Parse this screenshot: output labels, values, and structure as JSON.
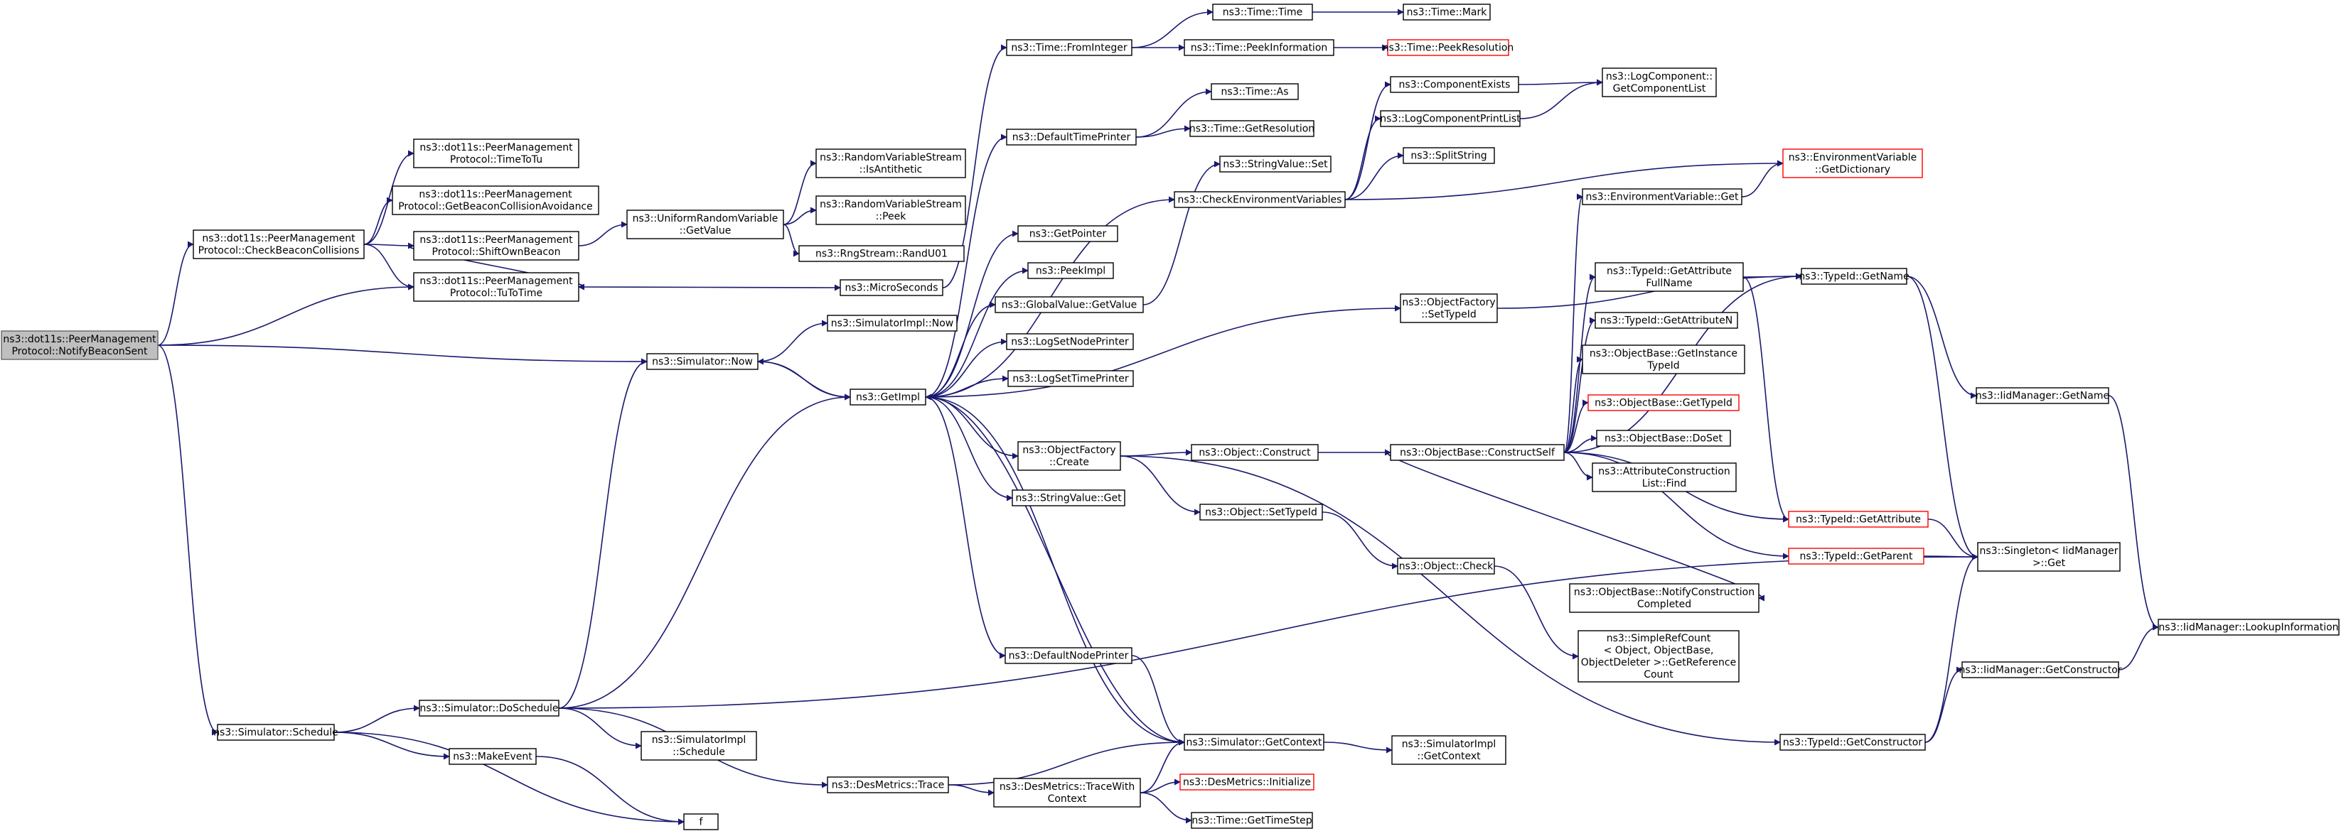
{
  "diagram": {
    "edge_color": "#191970",
    "root_fill": "#bfbfbf",
    "truncated_border": "#ff0000",
    "nodes": [
      {
        "id": "notify",
        "lines": [
          "ns3::dot11s::PeerManagement",
          "Protocol::NotifyBeaconSent"
        ],
        "root": true
      },
      {
        "id": "checkbeacon",
        "lines": [
          "ns3::dot11s::PeerManagement",
          "Protocol::CheckBeaconCollisions"
        ]
      },
      {
        "id": "timetotu",
        "lines": [
          "ns3::dot11s::PeerManagement",
          "Protocol::TimeToTu"
        ]
      },
      {
        "id": "getbeaconcoll",
        "lines": [
          "ns3::dot11s::PeerManagement",
          "Protocol::GetBeaconCollisionAvoidance"
        ]
      },
      {
        "id": "shiftbeacon",
        "lines": [
          "ns3::dot11s::PeerManagement",
          "Protocol::ShiftOwnBeacon"
        ]
      },
      {
        "id": "tutotime",
        "lines": [
          "ns3::dot11s::PeerManagement",
          "Protocol::TuToTime"
        ]
      },
      {
        "id": "uniformget",
        "lines": [
          "ns3::UniformRandomVariable",
          "::GetValue"
        ]
      },
      {
        "id": "isanti",
        "lines": [
          "ns3::RandomVariableStream",
          "::IsAntithetic"
        ]
      },
      {
        "id": "rvspeek",
        "lines": [
          "ns3::RandomVariableStream",
          "::Peek"
        ]
      },
      {
        "id": "randu01",
        "lines": [
          "ns3::RngStream::RandU01"
        ]
      },
      {
        "id": "microsec",
        "lines": [
          "ns3::MicroSeconds"
        ]
      },
      {
        "id": "simnow",
        "lines": [
          "ns3::Simulator::Now"
        ]
      },
      {
        "id": "simimplnow",
        "lines": [
          "ns3::SimulatorImpl::Now"
        ]
      },
      {
        "id": "getimpl",
        "lines": [
          "ns3::GetImpl"
        ]
      },
      {
        "id": "frominteger",
        "lines": [
          "ns3::Time::FromInteger"
        ]
      },
      {
        "id": "timetime",
        "lines": [
          "ns3::Time::Time"
        ]
      },
      {
        "id": "timemark",
        "lines": [
          "ns3::Time::Mark"
        ]
      },
      {
        "id": "peekinfo",
        "lines": [
          "ns3::Time::PeekInformation"
        ]
      },
      {
        "id": "peekres",
        "lines": [
          "ns3::Time::PeekResolution"
        ],
        "red": true
      },
      {
        "id": "deftimeprinter",
        "lines": [
          "ns3::DefaultTimePrinter"
        ]
      },
      {
        "id": "timeas",
        "lines": [
          "ns3::Time::As"
        ]
      },
      {
        "id": "getresolution",
        "lines": [
          "ns3::Time::GetResolution"
        ]
      },
      {
        "id": "getpointer",
        "lines": [
          "ns3::GetPointer"
        ]
      },
      {
        "id": "peekimpl",
        "lines": [
          "ns3::PeekImpl"
        ]
      },
      {
        "id": "globalget",
        "lines": [
          "ns3::GlobalValue::GetValue"
        ]
      },
      {
        "id": "stringset",
        "lines": [
          "ns3::StringValue::Set"
        ]
      },
      {
        "id": "checkenv",
        "lines": [
          "ns3::CheckEnvironmentVariables"
        ]
      },
      {
        "id": "compexists",
        "lines": [
          "ns3::ComponentExists"
        ]
      },
      {
        "id": "logcomplist",
        "lines": [
          "ns3::LogComponentPrintList"
        ]
      },
      {
        "id": "getcomplist",
        "lines": [
          "ns3::LogComponent::",
          "GetComponentList"
        ]
      },
      {
        "id": "splitstring",
        "lines": [
          "ns3::SplitString"
        ]
      },
      {
        "id": "envgetdict",
        "lines": [
          "ns3::EnvironmentVariable",
          "::GetDictionary"
        ],
        "red": true
      },
      {
        "id": "envget",
        "lines": [
          "ns3::EnvironmentVariable::Get"
        ]
      },
      {
        "id": "lognodeprinter",
        "lines": [
          "ns3::LogSetNodePrinter"
        ]
      },
      {
        "id": "logtimeprinter",
        "lines": [
          "ns3::LogSetTimePrinter"
        ]
      },
      {
        "id": "ofsettypeid",
        "lines": [
          "ns3::ObjectFactory",
          "::SetTypeId"
        ]
      },
      {
        "id": "ofcreate",
        "lines": [
          "ns3::ObjectFactory",
          "::Create"
        ]
      },
      {
        "id": "objconstruct",
        "lines": [
          "ns3::Object::Construct"
        ]
      },
      {
        "id": "stringget",
        "lines": [
          "ns3::StringValue::Get"
        ]
      },
      {
        "id": "objsettypeid",
        "lines": [
          "ns3::Object::SetTypeId"
        ]
      },
      {
        "id": "objcheck",
        "lines": [
          "ns3::Object::Check"
        ]
      },
      {
        "id": "constructself",
        "lines": [
          "ns3::ObjectBase::ConstructSelf"
        ]
      },
      {
        "id": "typeidattrfull",
        "lines": [
          "ns3::TypeId::GetAttribute",
          "FullName"
        ]
      },
      {
        "id": "typeidgetname",
        "lines": [
          "ns3::TypeId::GetName"
        ]
      },
      {
        "id": "typeidattrn",
        "lines": [
          "ns3::TypeId::GetAttributeN"
        ]
      },
      {
        "id": "getinstancetid",
        "lines": [
          "ns3::ObjectBase::GetInstance",
          "TypeId"
        ]
      },
      {
        "id": "obgettypeid",
        "lines": [
          "ns3::ObjectBase::GetTypeId"
        ],
        "red": true
      },
      {
        "id": "obdoset",
        "lines": [
          "ns3::ObjectBase::DoSet"
        ]
      },
      {
        "id": "attrlistfind",
        "lines": [
          "ns3::AttributeConstruction",
          "List::Find"
        ]
      },
      {
        "id": "typeidgetattr",
        "lines": [
          "ns3::TypeId::GetAttribute"
        ],
        "red": true
      },
      {
        "id": "typeidgetparent",
        "lines": [
          "ns3::TypeId::GetParent"
        ],
        "red": true
      },
      {
        "id": "notifyconstr",
        "lines": [
          "ns3::ObjectBase::NotifyConstruction",
          "Completed"
        ]
      },
      {
        "id": "simplerefcount",
        "lines": [
          "ns3::SimpleRefCount",
          "< Object, ObjectBase,",
          "ObjectDeleter >::GetReference",
          "Count"
        ]
      },
      {
        "id": "iidgetname",
        "lines": [
          "ns3::IidManager::GetName"
        ]
      },
      {
        "id": "singletonget",
        "lines": [
          "ns3::Singleton< IidManager",
          ">::Get"
        ]
      },
      {
        "id": "iidlookup",
        "lines": [
          "ns3::IidManager::LookupInformation"
        ]
      },
      {
        "id": "iidgetctor",
        "lines": [
          "ns3::IidManager::GetConstructor"
        ]
      },
      {
        "id": "typeidgetctor",
        "lines": [
          "ns3::TypeId::GetConstructor"
        ]
      },
      {
        "id": "defnodeprinter",
        "lines": [
          "ns3::DefaultNodePrinter"
        ]
      },
      {
        "id": "simschedule",
        "lines": [
          "ns3::Simulator::Schedule"
        ]
      },
      {
        "id": "simdoschedule",
        "lines": [
          "ns3::Simulator::DoSchedule"
        ]
      },
      {
        "id": "simimplschedule",
        "lines": [
          "ns3::SimulatorImpl",
          "::Schedule"
        ]
      },
      {
        "id": "makeevent",
        "lines": [
          "ns3::MakeEvent"
        ]
      },
      {
        "id": "f",
        "lines": [
          "f"
        ]
      },
      {
        "id": "desmetricstrace",
        "lines": [
          "ns3::DesMetrics::Trace"
        ]
      },
      {
        "id": "tracewithctx",
        "lines": [
          "ns3::DesMetrics::TraceWith",
          "Context"
        ]
      },
      {
        "id": "desinit",
        "lines": [
          "ns3::DesMetrics::Initialize"
        ],
        "red": true
      },
      {
        "id": "gettimestep",
        "lines": [
          "ns3::Time::GetTimeStep"
        ]
      },
      {
        "id": "simgetcontext",
        "lines": [
          "ns3::Simulator::GetContext"
        ]
      },
      {
        "id": "implgetcontext",
        "lines": [
          "ns3::SimulatorImpl",
          "::GetContext"
        ]
      }
    ],
    "edges": [
      [
        "notify",
        "checkbeacon"
      ],
      [
        "notify",
        "tutotime"
      ],
      [
        "notify",
        "simnow"
      ],
      [
        "notify",
        "simschedule"
      ],
      [
        "checkbeacon",
        "timetotu"
      ],
      [
        "checkbeacon",
        "getbeaconcoll"
      ],
      [
        "checkbeacon",
        "shiftbeacon"
      ],
      [
        "checkbeacon",
        "tutotime"
      ],
      [
        "shiftbeacon",
        "uniformget"
      ],
      [
        "shiftbeacon",
        "tutotime"
      ],
      [
        "uniformget",
        "isanti"
      ],
      [
        "uniformget",
        "rvspeek"
      ],
      [
        "uniformget",
        "randu01"
      ],
      [
        "tutotime",
        "microsec"
      ],
      [
        "microsec",
        "frominteger"
      ],
      [
        "frominteger",
        "timetime"
      ],
      [
        "frominteger",
        "peekinfo"
      ],
      [
        "timetime",
        "timemark"
      ],
      [
        "peekinfo",
        "peekres"
      ],
      [
        "simnow",
        "simimplnow"
      ],
      [
        "simnow",
        "getimpl"
      ],
      [
        "getimpl",
        "simnow"
      ],
      [
        "getimpl",
        "deftimeprinter"
      ],
      [
        "getimpl",
        "getpointer"
      ],
      [
        "getimpl",
        "peekimpl"
      ],
      [
        "getimpl",
        "globalget"
      ],
      [
        "getimpl",
        "lognodeprinter"
      ],
      [
        "getimpl",
        "logtimeprinter"
      ],
      [
        "getimpl",
        "ofsettypeid"
      ],
      [
        "getimpl",
        "ofcreate"
      ],
      [
        "getimpl",
        "stringget"
      ],
      [
        "getimpl",
        "defnodeprinter"
      ],
      [
        "getimpl",
        "simgetcontext"
      ],
      [
        "getimpl",
        "checkenv"
      ],
      [
        "deftimeprinter",
        "timeas"
      ],
      [
        "deftimeprinter",
        "getresolution"
      ],
      [
        "globalget",
        "stringset"
      ],
      [
        "checkenv",
        "compexists"
      ],
      [
        "checkenv",
        "logcomplist"
      ],
      [
        "checkenv",
        "splitstring"
      ],
      [
        "checkenv",
        "envgetdict"
      ],
      [
        "compexists",
        "getcomplist"
      ],
      [
        "logcomplist",
        "getcomplist"
      ],
      [
        "ofsettypeid",
        "typeidgetname"
      ],
      [
        "ofcreate",
        "objconstruct"
      ],
      [
        "ofcreate",
        "objsettypeid"
      ],
      [
        "ofcreate",
        "typeidgetctor"
      ],
      [
        "objconstruct",
        "constructself"
      ],
      [
        "objsettypeid",
        "objcheck"
      ],
      [
        "objcheck",
        "simplerefcount"
      ],
      [
        "constructself",
        "envget"
      ],
      [
        "constructself",
        "typeidattrfull"
      ],
      [
        "constructself",
        "typeidgetname"
      ],
      [
        "constructself",
        "typeidattrn"
      ],
      [
        "constructself",
        "getinstancetid"
      ],
      [
        "constructself",
        "obgettypeid"
      ],
      [
        "constructself",
        "obdoset"
      ],
      [
        "constructself",
        "attrlistfind"
      ],
      [
        "constructself",
        "typeidgetattr"
      ],
      [
        "constructself",
        "typeidgetparent"
      ],
      [
        "constructself",
        "notifyconstr"
      ],
      [
        "envget",
        "envgetdict"
      ],
      [
        "typeidattrfull",
        "typeidgetname"
      ],
      [
        "typeidattrfull",
        "typeidgetattr"
      ],
      [
        "typeidgetname",
        "iidgetname"
      ],
      [
        "typeidgetname",
        "singletonget"
      ],
      [
        "typeidgetattr",
        "singletonget"
      ],
      [
        "typeidgetparent",
        "singletonget"
      ],
      [
        "iidgetname",
        "iidlookup"
      ],
      [
        "typeidgetctor",
        "iidgetctor"
      ],
      [
        "typeidgetctor",
        "singletonget"
      ],
      [
        "iidgetctor",
        "iidlookup"
      ],
      [
        "defnodeprinter",
        "simgetcontext"
      ],
      [
        "simschedule",
        "simdoschedule"
      ],
      [
        "simschedule",
        "makeevent"
      ],
      [
        "simschedule",
        "f"
      ],
      [
        "simdoschedule",
        "simimplschedule"
      ],
      [
        "simdoschedule",
        "simnow"
      ],
      [
        "simdoschedule",
        "getimpl"
      ],
      [
        "simdoschedule",
        "desmetricstrace"
      ],
      [
        "simdoschedule",
        "singletonget"
      ],
      [
        "makeevent",
        "f"
      ],
      [
        "desmetricstrace",
        "simgetcontext"
      ],
      [
        "desmetricstrace",
        "tracewithctx"
      ],
      [
        "tracewithctx",
        "simgetcontext"
      ],
      [
        "tracewithctx",
        "desinit"
      ],
      [
        "tracewithctx",
        "gettimestep"
      ],
      [
        "simgetcontext",
        "implgetcontext"
      ],
      [
        "simgetcontext",
        "getimpl"
      ]
    ]
  }
}
